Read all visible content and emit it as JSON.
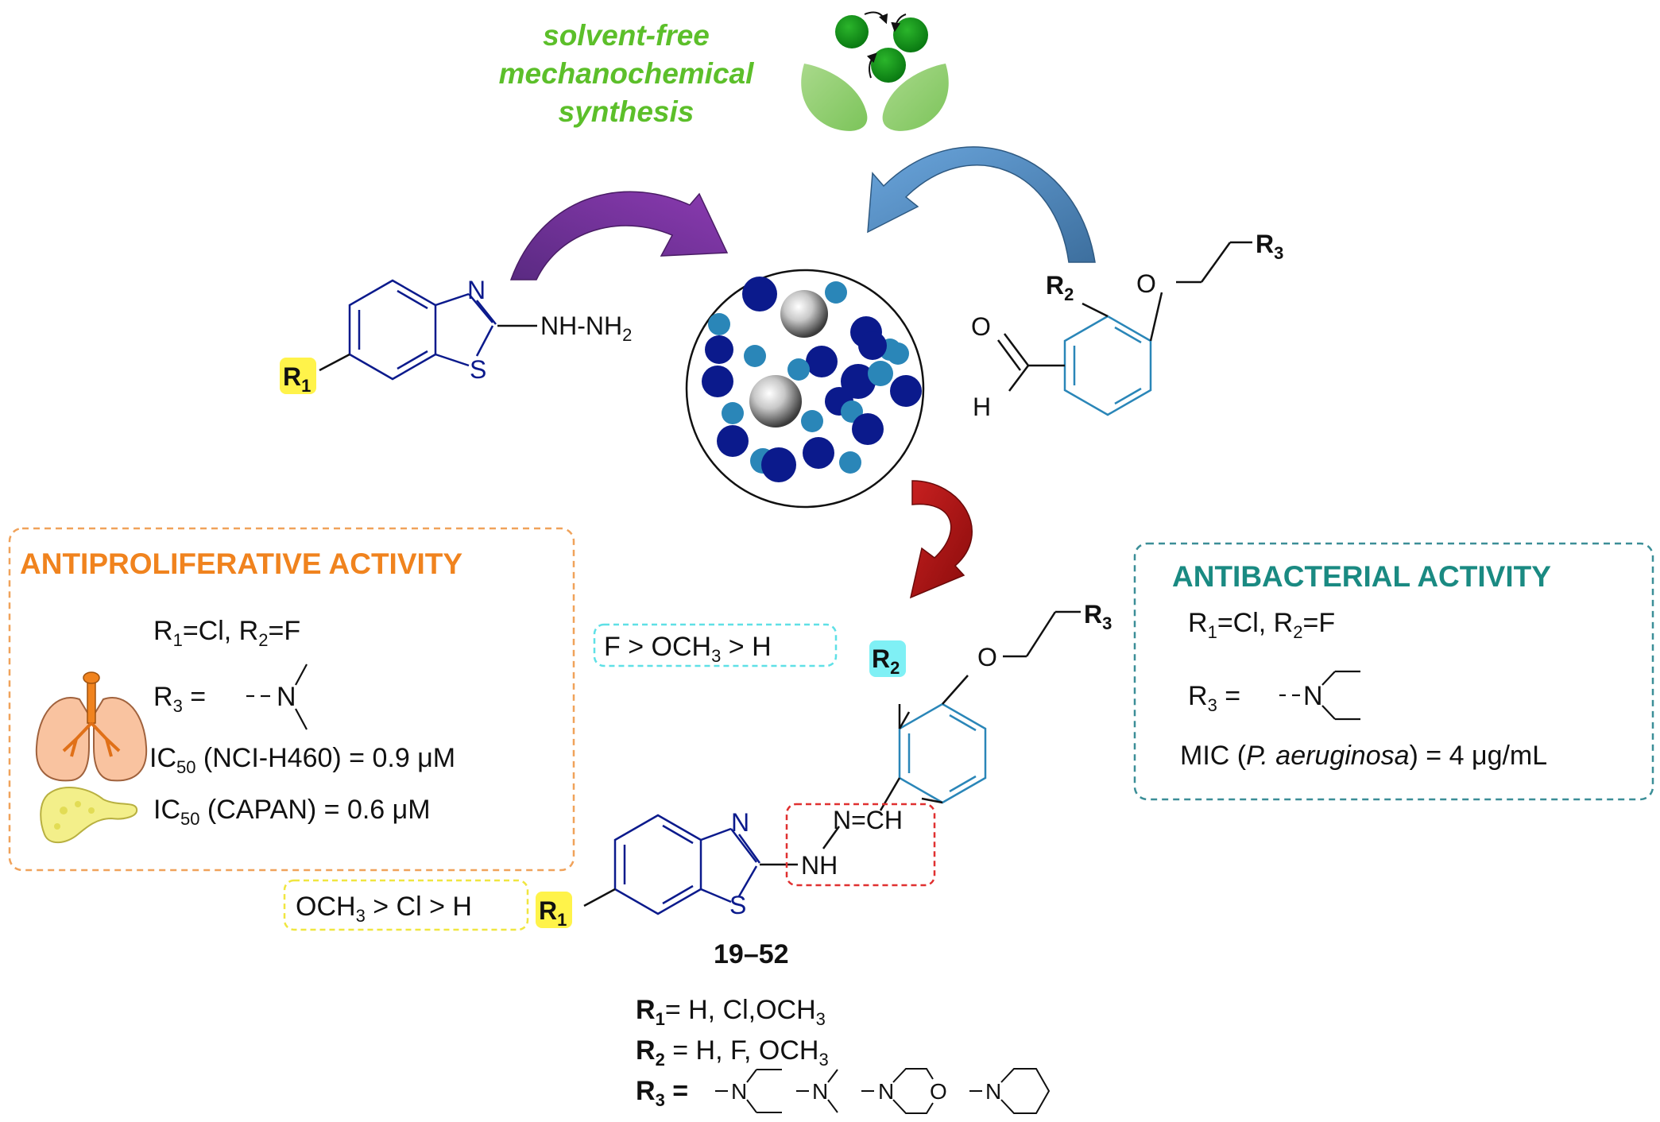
{
  "process_label": [
    "solvent-free",
    "mechanochemical",
    "synthesis"
  ],
  "reactant_1": {
    "n_atom": "N",
    "s_atom": "S",
    "substituent": "NH-NH",
    "substituent_sub": "2",
    "r_label": "R",
    "r_sub": "1"
  },
  "reactant_2": {
    "o_ether": "O",
    "o_carbonyl": "O",
    "h_atom": "H",
    "r2_label": "R",
    "r2_sub": "2",
    "r3_label": "R",
    "r3_sub": "3"
  },
  "antiproliferative": {
    "title": "ANTIPROLIFERATIVE ACTIVITY",
    "line1": [
      "R",
      "1",
      "=Cl, R",
      "2",
      "=F"
    ],
    "r3_prefix": [
      "R",
      "3",
      " ="
    ],
    "n_atom": "N",
    "ic50_lung": [
      "IC",
      "50",
      " (NCI-H460) = 0.9 ",
      "μ",
      "M"
    ],
    "ic50_pancreas": [
      "IC",
      "50",
      " (CAPAN) = 0.6 ",
      "μ",
      "M"
    ]
  },
  "r2_trend": [
    "F > OCH",
    "3",
    " >  H"
  ],
  "r1_trend": [
    "OCH",
    "3",
    " > Cl > H"
  ],
  "antibacterial": {
    "title": "ANTIBACTERIAL ACTIVITY",
    "line1": [
      "R",
      "1",
      "=Cl, R",
      "2",
      "=F"
    ],
    "r3_prefix": [
      "R",
      "3",
      " ="
    ],
    "n_atom": "N",
    "mic": [
      "MIC (",
      "P. aeruginosa",
      ") = 4 ",
      "μ",
      "g/mL"
    ]
  },
  "product": {
    "o_ether": "O",
    "n_atom": "N",
    "s_atom": "S",
    "hydrazone": "N=CH",
    "nh": "NH",
    "r1_label": "R",
    "r1_sub": "1",
    "r2_label": "R",
    "r2_sub": "2",
    "r3_label": "R",
    "r3_sub": "3",
    "compound_id": "19–52"
  },
  "substituents": {
    "r1": [
      "R",
      "1",
      "= H, Cl,OCH",
      "3"
    ],
    "r2": [
      "R",
      "2",
      " = H, F, OCH",
      "3"
    ],
    "r3": [
      "R",
      "3",
      " ="
    ],
    "r3_atoms": [
      "N",
      "N",
      "N",
      "O",
      "N"
    ]
  },
  "colors": {
    "green_text": "#5cbf2a",
    "orange": "#f0831e",
    "teal": "#1a8a82",
    "navy": "#0b1a8c",
    "light_blue": "#2a86b8",
    "highlight_yellow": "#fff34a",
    "highlight_cyan": "#7ff0f5",
    "purple_arrow": "#6a2c8c",
    "blue_arrow": "#4d88c2",
    "red_arrow": "#b01818",
    "red_box": "#e03030"
  }
}
